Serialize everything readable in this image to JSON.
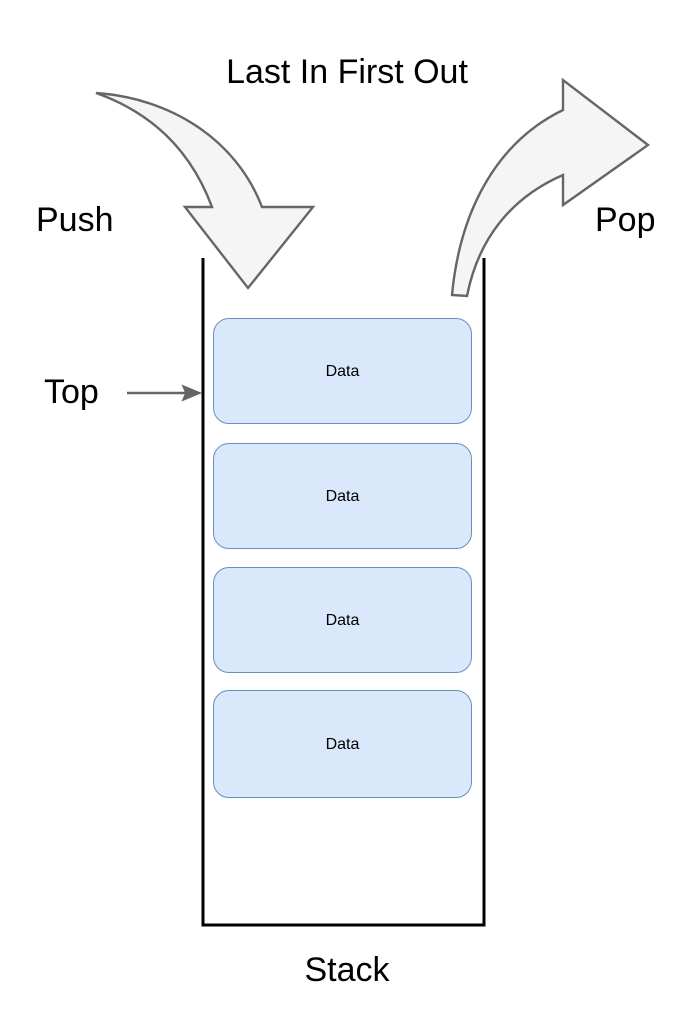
{
  "diagram": {
    "title": "Last In First Out",
    "subject": "Stack data structure (LIFO)",
    "labels": {
      "push": "Push",
      "pop": "Pop",
      "top": "Top",
      "stack": "Stack"
    },
    "colors": {
      "data_fill": "#dae8fc",
      "data_stroke": "#6c8ebf",
      "arrow_fill": "#f5f5f5",
      "arrow_stroke": "#666666",
      "container_stroke": "#000000",
      "pointer_stroke": "#666666",
      "text": "#000000",
      "background": "#ffffff"
    },
    "stack_items": [
      {
        "label": "Data"
      },
      {
        "label": "Data"
      },
      {
        "label": "Data"
      },
      {
        "label": "Data"
      }
    ],
    "icons": {
      "push_arrow": "curved-down-arrow-icon",
      "pop_arrow": "curved-right-arrow-icon",
      "top_pointer": "right-arrow-icon"
    }
  }
}
